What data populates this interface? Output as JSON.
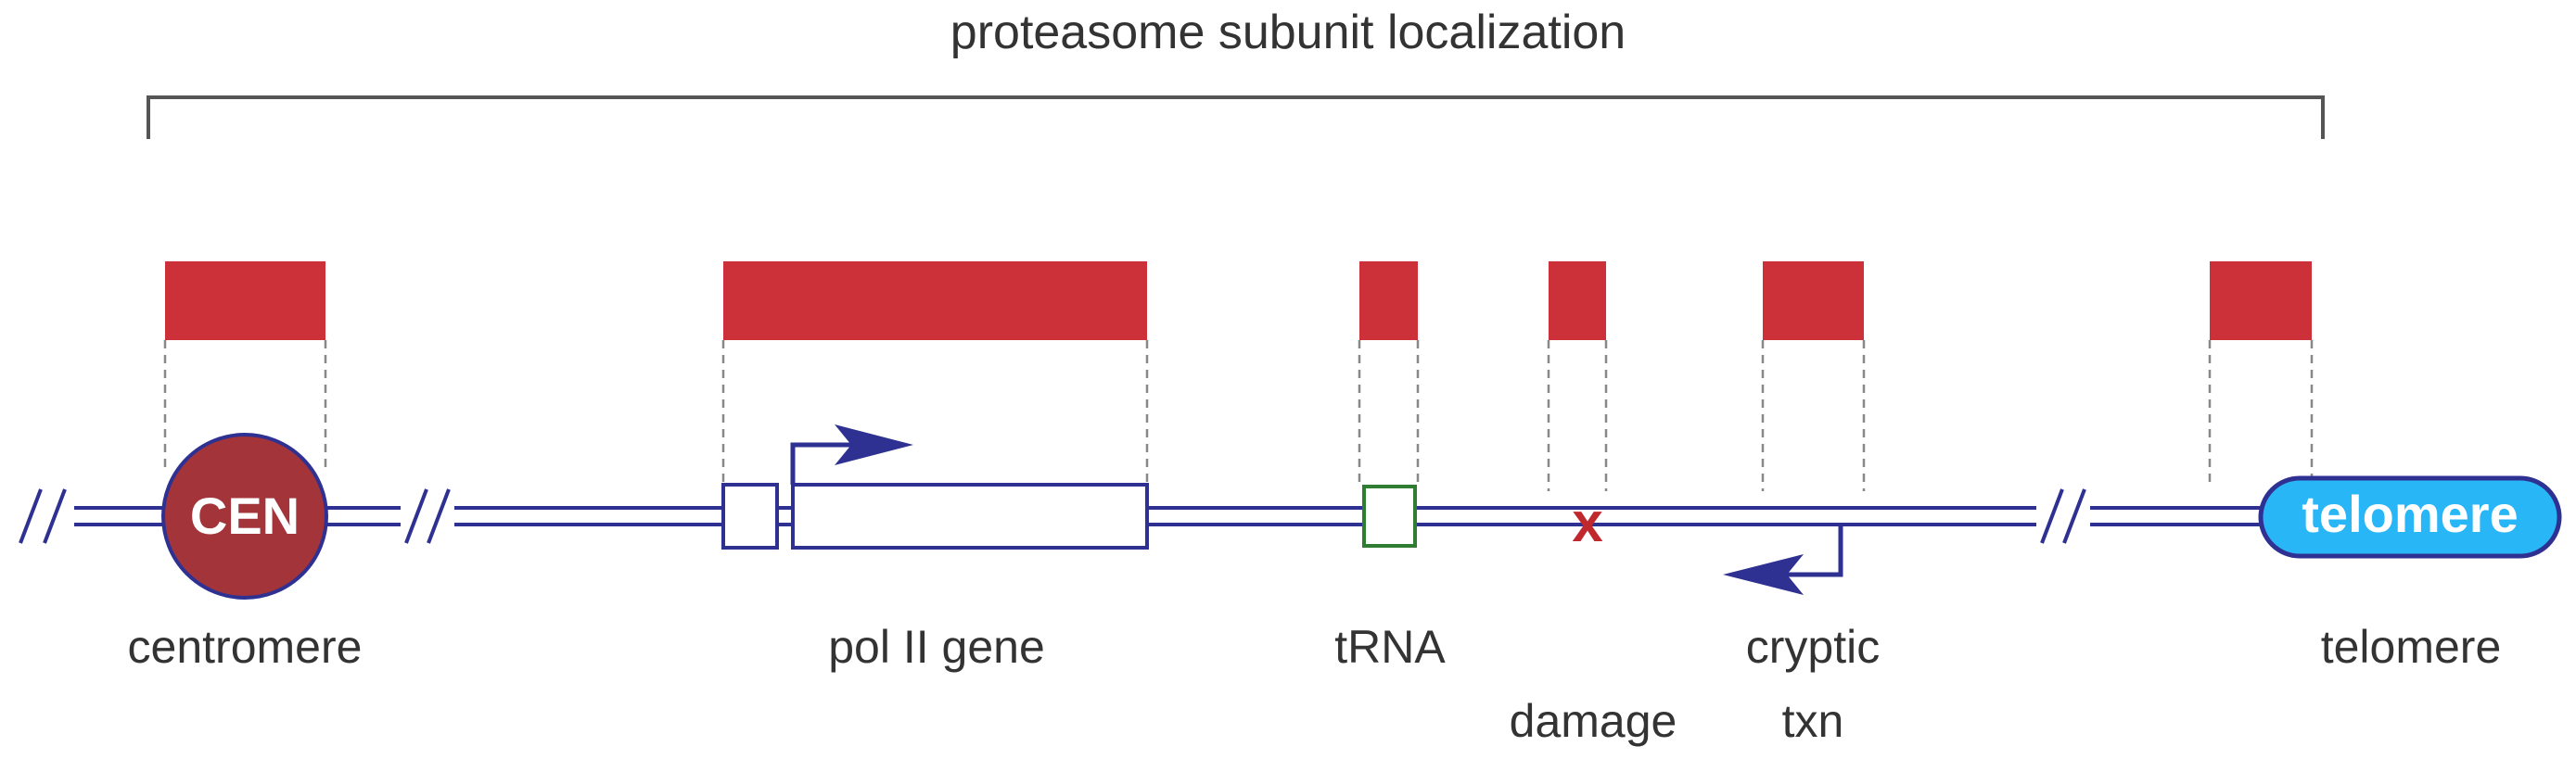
{
  "title": "proteasome subunit localization",
  "colors": {
    "region": "#cc3038",
    "dna": "#2e3192",
    "cen_fill": "#a2343a",
    "trna_box": "#2e7d32",
    "damage": "#c0282e",
    "telomere_fill": "#29b6f6",
    "guide": "#888888",
    "text": "#333333"
  },
  "labels": {
    "cen": "CEN",
    "telomere_badge": "telomere",
    "centromere": "centromere",
    "pol2": "pol II gene",
    "trna": "tRNA",
    "damage": "damage",
    "cryptic1": "cryptic",
    "cryptic2": "txn",
    "telomere": "telomere"
  },
  "features": [
    "centromere",
    "pol II gene",
    "tRNA",
    "damage",
    "cryptic txn",
    "telomere"
  ]
}
